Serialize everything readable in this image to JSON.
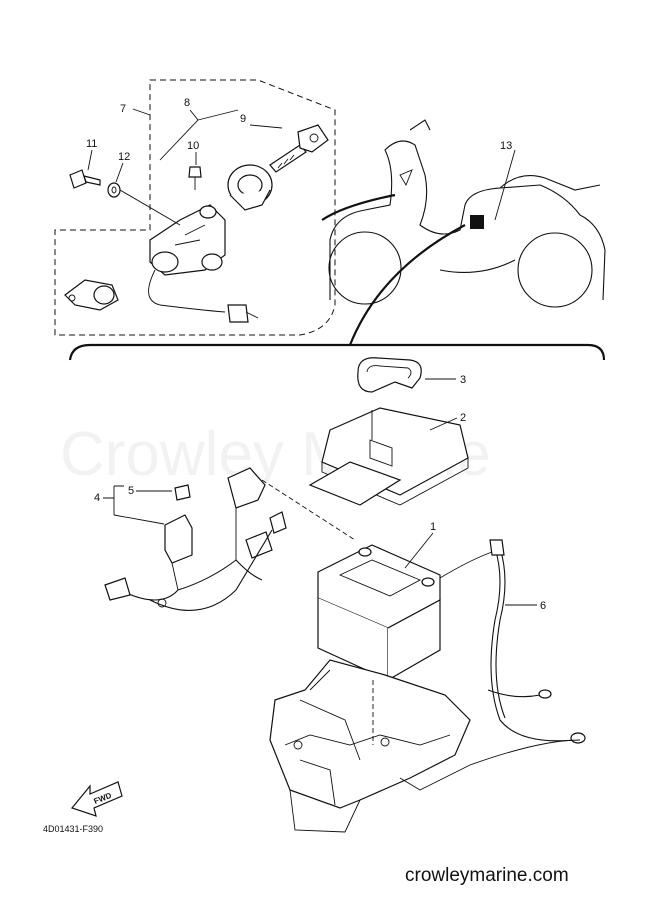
{
  "callouts": [
    "1",
    "2",
    "3",
    "4",
    "5",
    "6",
    "7",
    "8",
    "9",
    "10",
    "11",
    "12",
    "13"
  ],
  "fwd_label": "FWD",
  "diagram_code": "4D01431-F390",
  "watermark": "Crowley Marine",
  "site_url": "crowleymarine.com"
}
